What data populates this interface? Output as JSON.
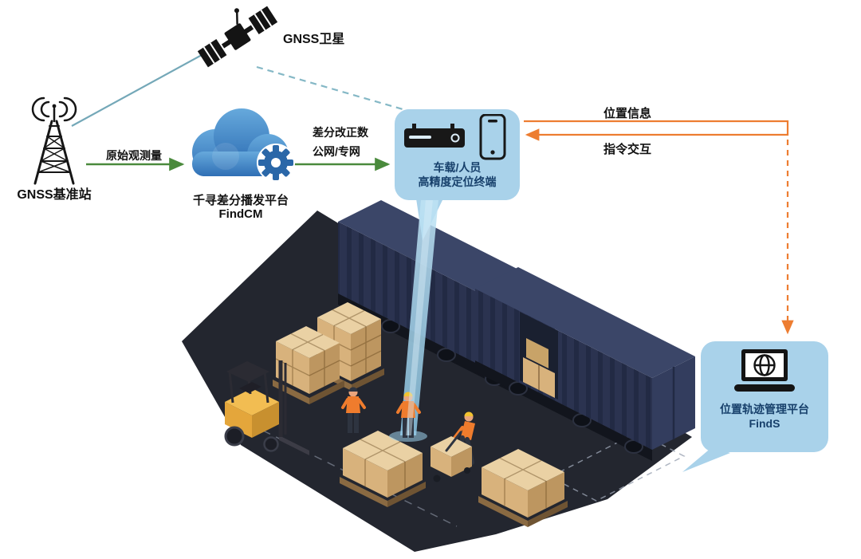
{
  "diagram": {
    "satellite": {
      "label": "GNSS卫星"
    },
    "base_station": {
      "label": "GNSS基准站"
    },
    "cloud_platform": {
      "name": "千寻差分播发平台",
      "product": "FindCM"
    },
    "terminal": {
      "line1": "车载/人员",
      "line2": "高精度定位终端"
    },
    "management_platform": {
      "name": "位置轨迹管理平台",
      "product": "FindS"
    },
    "edges": {
      "raw_observation": {
        "label": "原始观测量"
      },
      "correction": {
        "label_line1": "差分改正数",
        "label_line2": "公网/专网"
      },
      "position_info": {
        "label": "位置信息"
      },
      "command_interaction": {
        "label": "指令交互"
      }
    }
  },
  "colors": {
    "bubble_bg": "#a9d2ea",
    "bubble_text": "#17406b",
    "green_arrow": "#4a8a3c",
    "orange_arrow": "#ed7d31",
    "teal_link": "#74a8b8",
    "cloud_blue": "#2f6fb5",
    "gear_blue": "#2a67a8",
    "scene_ground": "#23262f",
    "container_navy": "#2b3350",
    "crate_tan": "#d8b27c",
    "forklift_yellow": "#f0b94d",
    "beam_blue": "#a5d4ec"
  },
  "scene": {
    "kind": "isometric-container-yard"
  }
}
